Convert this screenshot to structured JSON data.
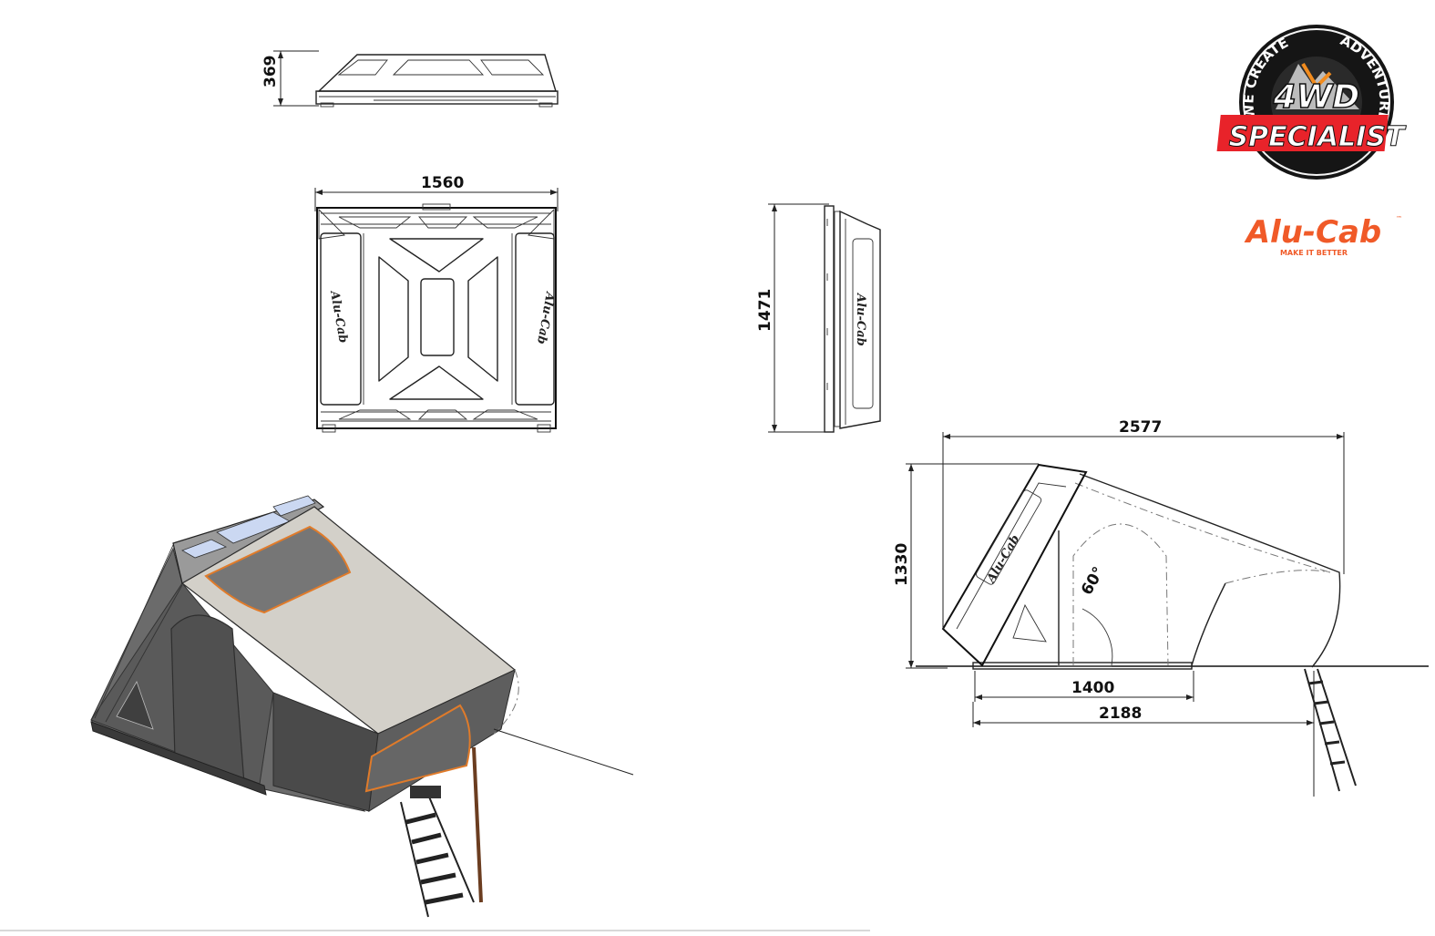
{
  "dimensions": {
    "height_closed": "369",
    "width_top": "1560",
    "length_side": "1471",
    "overall_length": "2577",
    "overall_height": "1330",
    "base_inner": "1400",
    "base_outer": "2188",
    "opening_angle": "60°"
  },
  "branding": {
    "badge_arc_left": "WE CREATE",
    "badge_arc_right": "ADVENTURE",
    "badge_main": "4WD",
    "badge_sub": "SPECIALIST",
    "alucab_logo": "Alu-Cab",
    "alucab_tm": "™",
    "alucab_tagline": "MAKE IT BETTER",
    "panel_script": "Alu-Cab"
  },
  "colors": {
    "badge_red": "#e8232a",
    "badge_black": "#151515",
    "alucab_orange": "#f05a28",
    "tent_shell": "#d3d0c9",
    "tent_dark": "#4a4a4a",
    "trim_orange": "#e07b2a",
    "panel_blue": "#cbd8f2"
  }
}
